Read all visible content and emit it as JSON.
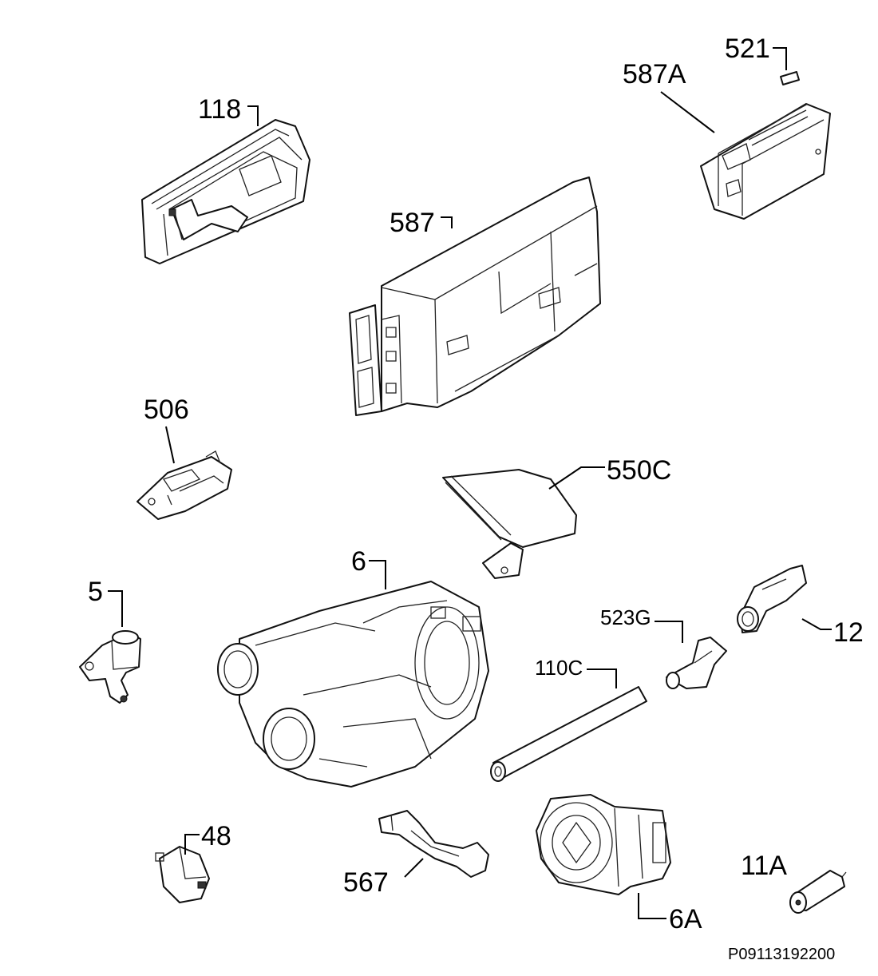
{
  "diagram": {
    "footer_code": "P09113192200",
    "callouts": {
      "p118": "118",
      "p521": "521",
      "p587A": "587A",
      "p587": "587",
      "p506": "506",
      "p550C": "550C",
      "p6": "6",
      "p5": "5",
      "p523G": "523G",
      "p12": "12",
      "p110C": "110C",
      "p48": "48",
      "p567": "567",
      "p6A": "6A",
      "p11A": "11A"
    }
  }
}
